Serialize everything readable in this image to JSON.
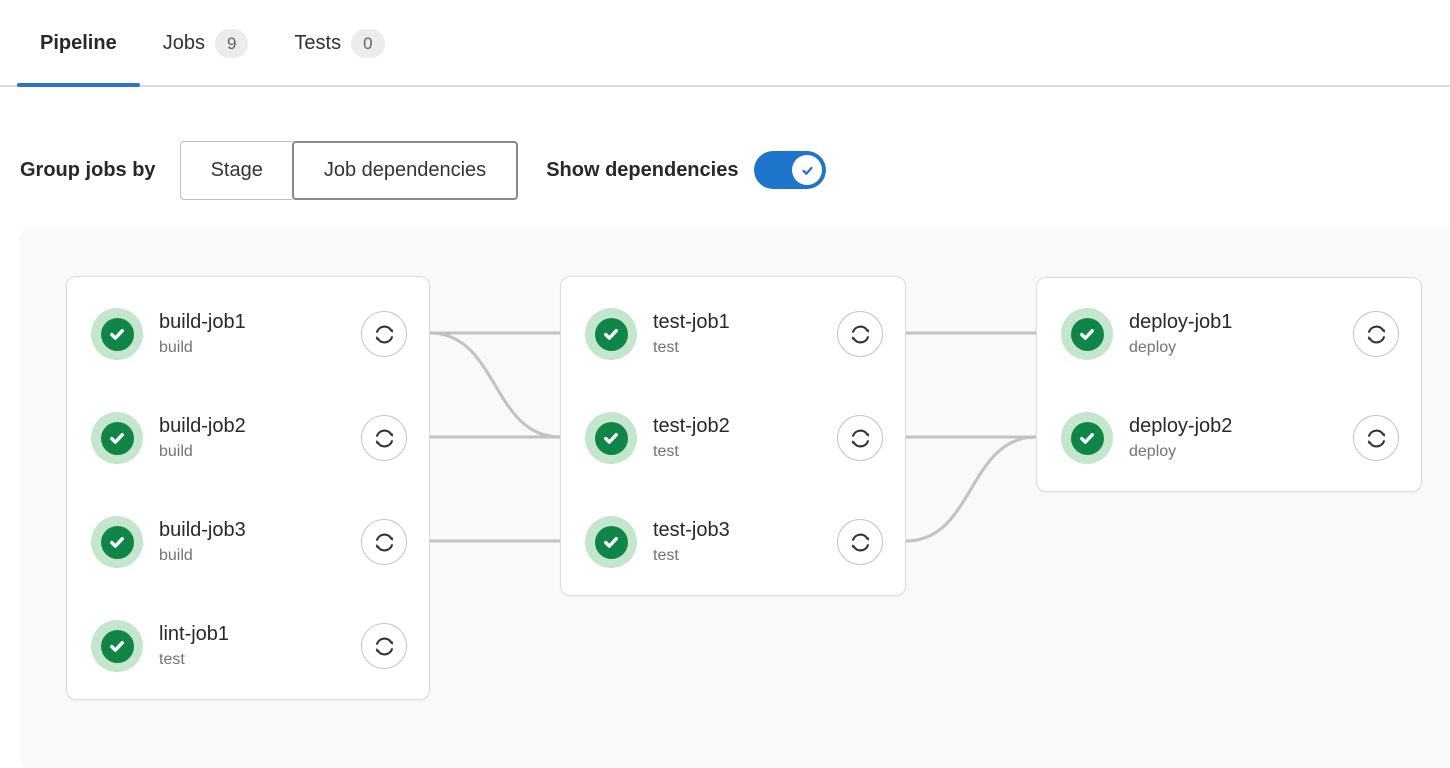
{
  "tabs": {
    "items": [
      {
        "label": "Pipeline",
        "active": true
      },
      {
        "label": "Jobs",
        "badge": "9",
        "active": false
      },
      {
        "label": "Tests",
        "badge": "0",
        "active": false
      }
    ]
  },
  "controls": {
    "group_label": "Group jobs by",
    "group_options": [
      {
        "label": "Stage",
        "selected": false
      },
      {
        "label": "Job dependencies",
        "selected": true
      }
    ],
    "show_dependencies_label": "Show dependencies",
    "show_dependencies_on": true
  },
  "pipeline": {
    "columns": [
      {
        "jobs": [
          {
            "name": "build-job1",
            "stage": "build",
            "status": "success"
          },
          {
            "name": "build-job2",
            "stage": "build",
            "status": "success"
          },
          {
            "name": "build-job3",
            "stage": "build",
            "status": "success"
          },
          {
            "name": "lint-job1",
            "stage": "test",
            "status": "success"
          }
        ]
      },
      {
        "jobs": [
          {
            "name": "test-job1",
            "stage": "test",
            "status": "success"
          },
          {
            "name": "test-job2",
            "stage": "test",
            "status": "success"
          },
          {
            "name": "test-job3",
            "stage": "test",
            "status": "success"
          }
        ]
      },
      {
        "jobs": [
          {
            "name": "deploy-job1",
            "stage": "deploy",
            "status": "success"
          },
          {
            "name": "deploy-job2",
            "stage": "deploy",
            "status": "success"
          }
        ]
      }
    ],
    "links": [
      {
        "from": "build-job1",
        "to": "test-job1"
      },
      {
        "from": "build-job1",
        "to": "test-job2"
      },
      {
        "from": "build-job2",
        "to": "test-job2"
      },
      {
        "from": "build-job3",
        "to": "test-job3"
      },
      {
        "from": "test-job1",
        "to": "deploy-job1"
      },
      {
        "from": "test-job2",
        "to": "deploy-job2"
      },
      {
        "from": "test-job3",
        "to": "deploy-job2"
      }
    ]
  },
  "colors": {
    "accent_blue": "#1f75cb",
    "tab_indicator_blue": "#2b76cb",
    "success_green": "#108548",
    "success_halo_green": "#c3e6cd",
    "link_gray": "#c2c2c6",
    "graph_background": "#f9f9fb"
  }
}
